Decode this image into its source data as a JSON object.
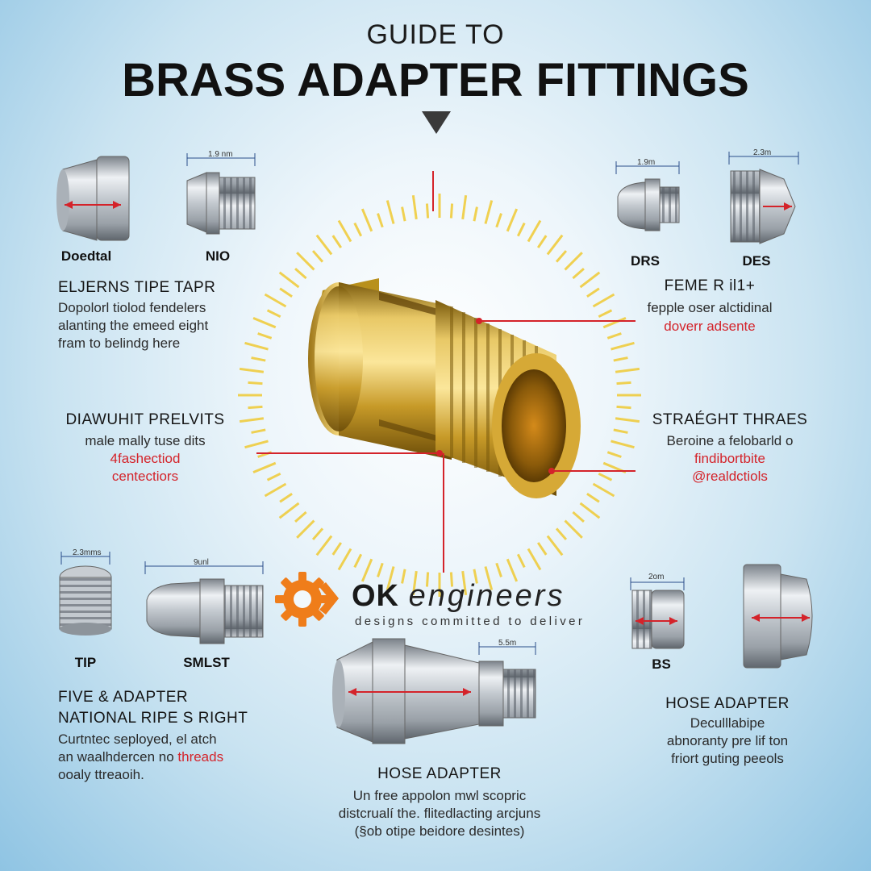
{
  "header": {
    "pre_title": "GUIDE TO",
    "title": "BRASS ADAPTER FITTINGS"
  },
  "parts": {
    "top_left_1": {
      "label": "Doedtal"
    },
    "top_left_2": {
      "label": "NIO",
      "dim": "1.9 nm"
    },
    "top_right_1": {
      "label": "DRS",
      "dim": "1.9m"
    },
    "top_right_2": {
      "label": "DES",
      "dim": "2.3m"
    },
    "bottom_left_1": {
      "label": "TIP",
      "dim": "2.3mms"
    },
    "bottom_left_2": {
      "label": "SMLST",
      "dim": "9unl"
    },
    "bottom_center": {
      "dim": "5.5m"
    },
    "bottom_right_1": {
      "label": "BS",
      "dim": "2om"
    },
    "bottom_right_2": {}
  },
  "sections": {
    "upper_left": {
      "heading": "ELJERNS TIPE TAPR",
      "lines": [
        "Dopolorl tiolod fendelers",
        "alanting the emeed eight",
        "fram to belindg here"
      ]
    },
    "upper_right": {
      "heading": "FEME R il1+",
      "line1": "fepple oser alctidinal",
      "line2_red": "doverr adsente"
    },
    "middle_left": {
      "heading": "DIAWUHIT PRELVITS",
      "line1": "male mally tuse dits",
      "line2_red": "4fashectiod",
      "line3_red": "centectiors"
    },
    "middle_right": {
      "heading": "STRAÉGHT THRAES",
      "line1": "Beroine a felobarld o",
      "line2_red": "findibortbite",
      "line3_red": "@realdctiols"
    },
    "lower_left": {
      "heading1": "FIVE & ADAPTER",
      "heading2": "NATIONAL RIPE S RIGHT",
      "line1": "Curtntec seployed, el atch",
      "line2_a": "an waalhdercen no ",
      "line2_red": "threads",
      "line3": "ooaly ttreaoih."
    },
    "lower_center": {
      "heading": "HOSE ADAPTER",
      "lines": [
        "Un free appolon mwl scopric",
        "distcrualí the. flitedlacting arcjuns",
        "(§ob otipe beidore desintes)"
      ]
    },
    "lower_right": {
      "heading": "HOSE ADAPTER",
      "lines": [
        "Deculllabipe",
        "abnoranty pre lif ton",
        "friort guting peeols"
      ]
    }
  },
  "logo": {
    "brand_ok": "OK",
    "brand_rest": "engineers",
    "tagline": "designs committed to deliver"
  },
  "colors": {
    "brass": "#c9a227",
    "pointer_red": "#d4232a",
    "steel": "#c7ccd2",
    "logo_orange": "#ef7d1a",
    "background_blue": "#8fc4e3"
  }
}
